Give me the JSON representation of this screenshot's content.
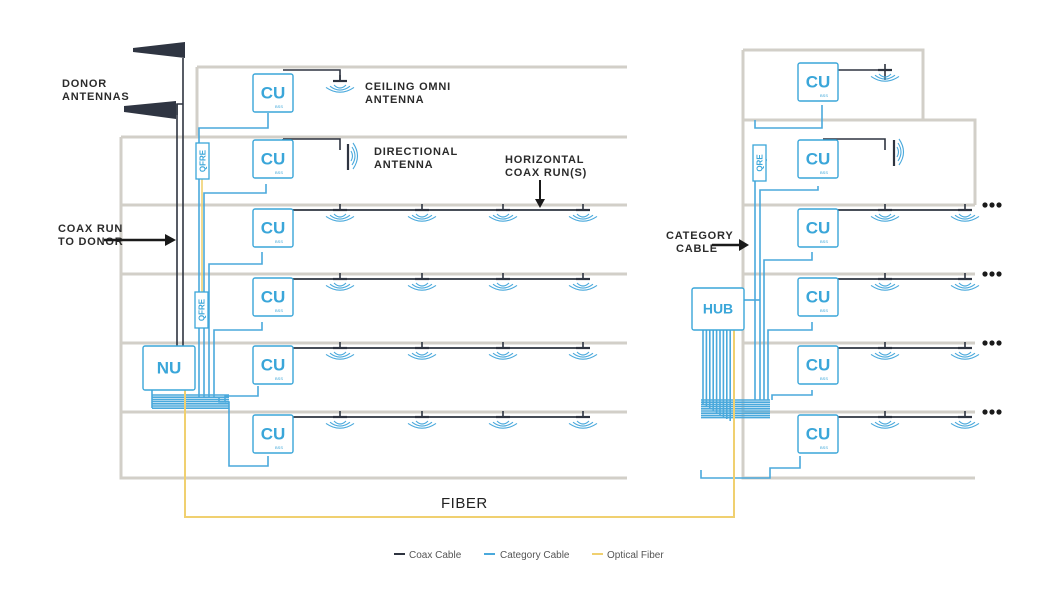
{
  "labels": {
    "donor_antennas": [
      "DONOR",
      "ANTENNAS"
    ],
    "coax_run": [
      "COAX RUN",
      "TO DONOR"
    ],
    "ceiling_omni": [
      "CEILING OMNI",
      "ANTENNA"
    ],
    "directional": [
      "DIRECTIONAL",
      "ANTENNA"
    ],
    "horizontal_coax": [
      "HORIZONTAL",
      "COAX RUN(S)"
    ],
    "category_cable": [
      "CATEGORY",
      "CABLE"
    ],
    "fiber": "FIBER"
  },
  "units": {
    "cu": "CU",
    "cu_small": "BSS",
    "nu": "NU",
    "hub": "HUB",
    "qfre": "QFRE",
    "qre": "QRE"
  },
  "legend": [
    {
      "label": "Coax Cable",
      "color": "#2e3440"
    },
    {
      "label": "Category Cable",
      "color": "#4aa9dc"
    },
    {
      "label": "Optical Fiber",
      "color": "#f0d070"
    }
  ],
  "colors": {
    "building": "#d2cfc8",
    "coax": "#2e3440",
    "category": "#4aa9dc",
    "fiber": "#f0d070",
    "unit": "#3aa6d9"
  }
}
